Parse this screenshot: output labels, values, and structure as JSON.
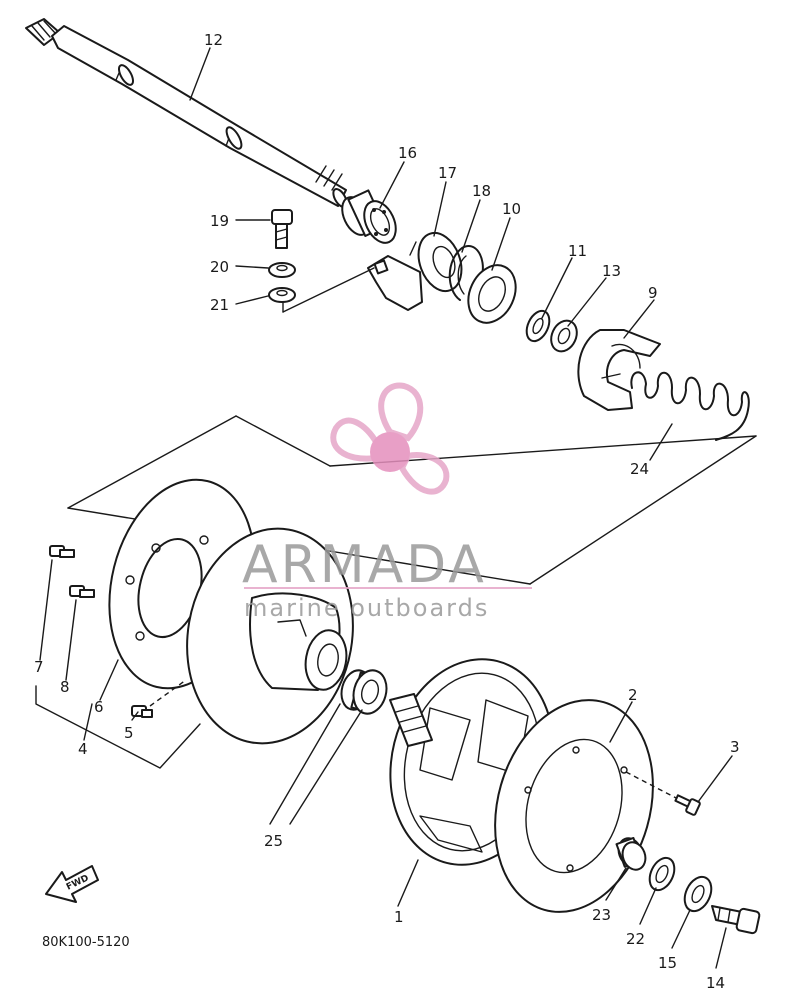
{
  "diagram": {
    "code": "80K100-5120",
    "fwd_label": "FWD"
  },
  "callouts": {
    "p1": "1",
    "p2": "2",
    "p3": "3",
    "p4": "4",
    "p5": "5",
    "p6": "6",
    "p7": "7",
    "p8": "8",
    "p9": "9",
    "p10": "10",
    "p11": "11",
    "p12": "12",
    "p13": "13",
    "p14": "14",
    "p15": "15",
    "p16": "16",
    "p17": "17",
    "p18": "18",
    "p19": "19",
    "p20": "20",
    "p21": "21",
    "p22": "22",
    "p23": "23",
    "p24": "24",
    "p25": "25"
  },
  "watermark": {
    "brand": "ARMADA",
    "tagline": "marine outboards",
    "colors": {
      "text": "#9a9a9a",
      "logo": "#e6a6c8",
      "logo_center": "#e58fbd"
    }
  }
}
